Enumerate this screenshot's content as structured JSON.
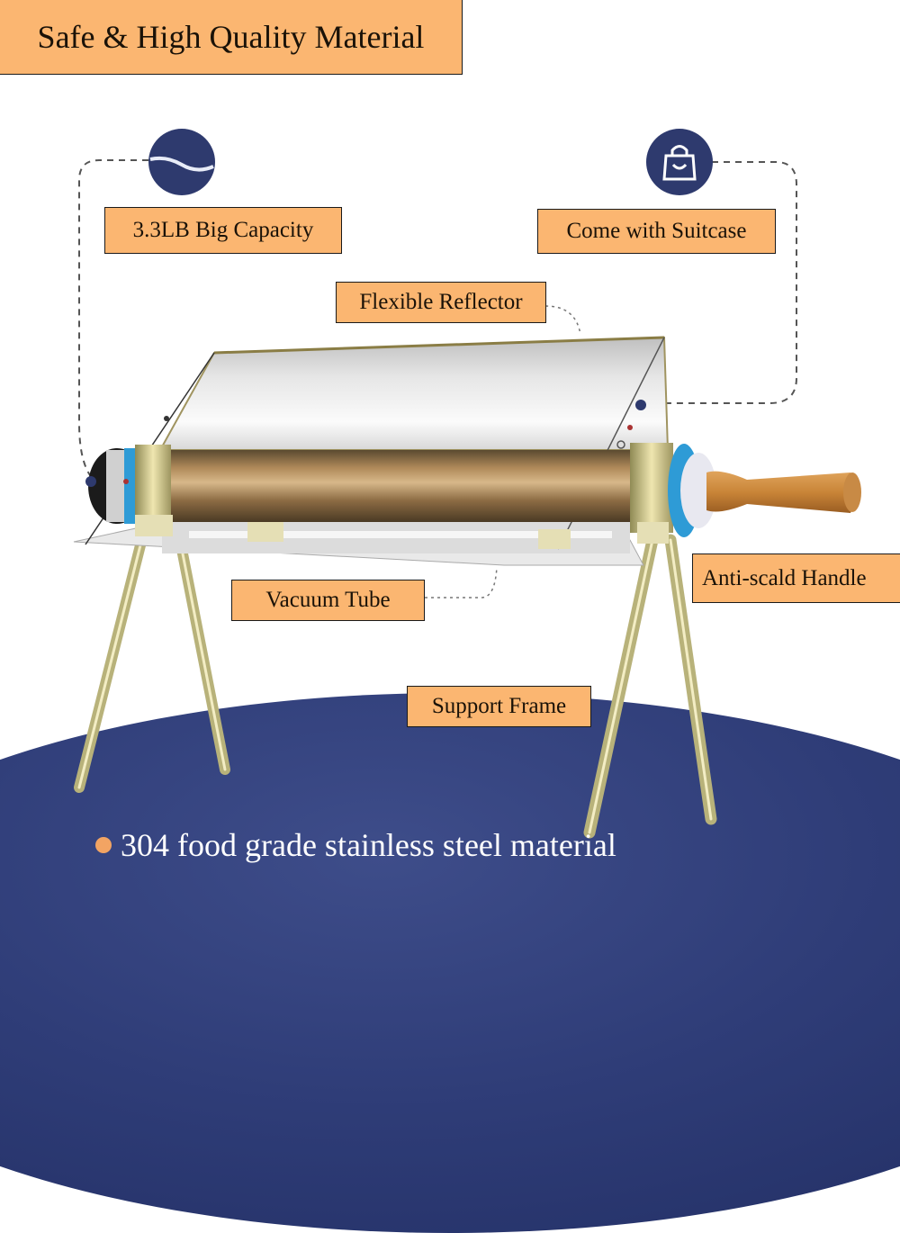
{
  "title": "Safe & High Quality Material",
  "features": [
    {
      "id": "capacity",
      "label": "3.3LB Big Capacity",
      "icon": "wave-circle-icon"
    },
    {
      "id": "suitcase",
      "label": "Come with Suitcase",
      "icon": "shopping-bag-icon"
    },
    {
      "id": "reflector",
      "label": "Flexible Reflector"
    },
    {
      "id": "vacuum",
      "label": "Vacuum Tube"
    },
    {
      "id": "handle",
      "label": "Anti-scald Handle"
    },
    {
      "id": "frame",
      "label": "Support Frame"
    }
  ],
  "bottom_note": "304 food grade stainless steel material",
  "colors": {
    "label_bg": "#fbb671",
    "icon_bg": "#2e3a6e",
    "floor": "#2f3d78",
    "bullet": "#f2a463"
  }
}
